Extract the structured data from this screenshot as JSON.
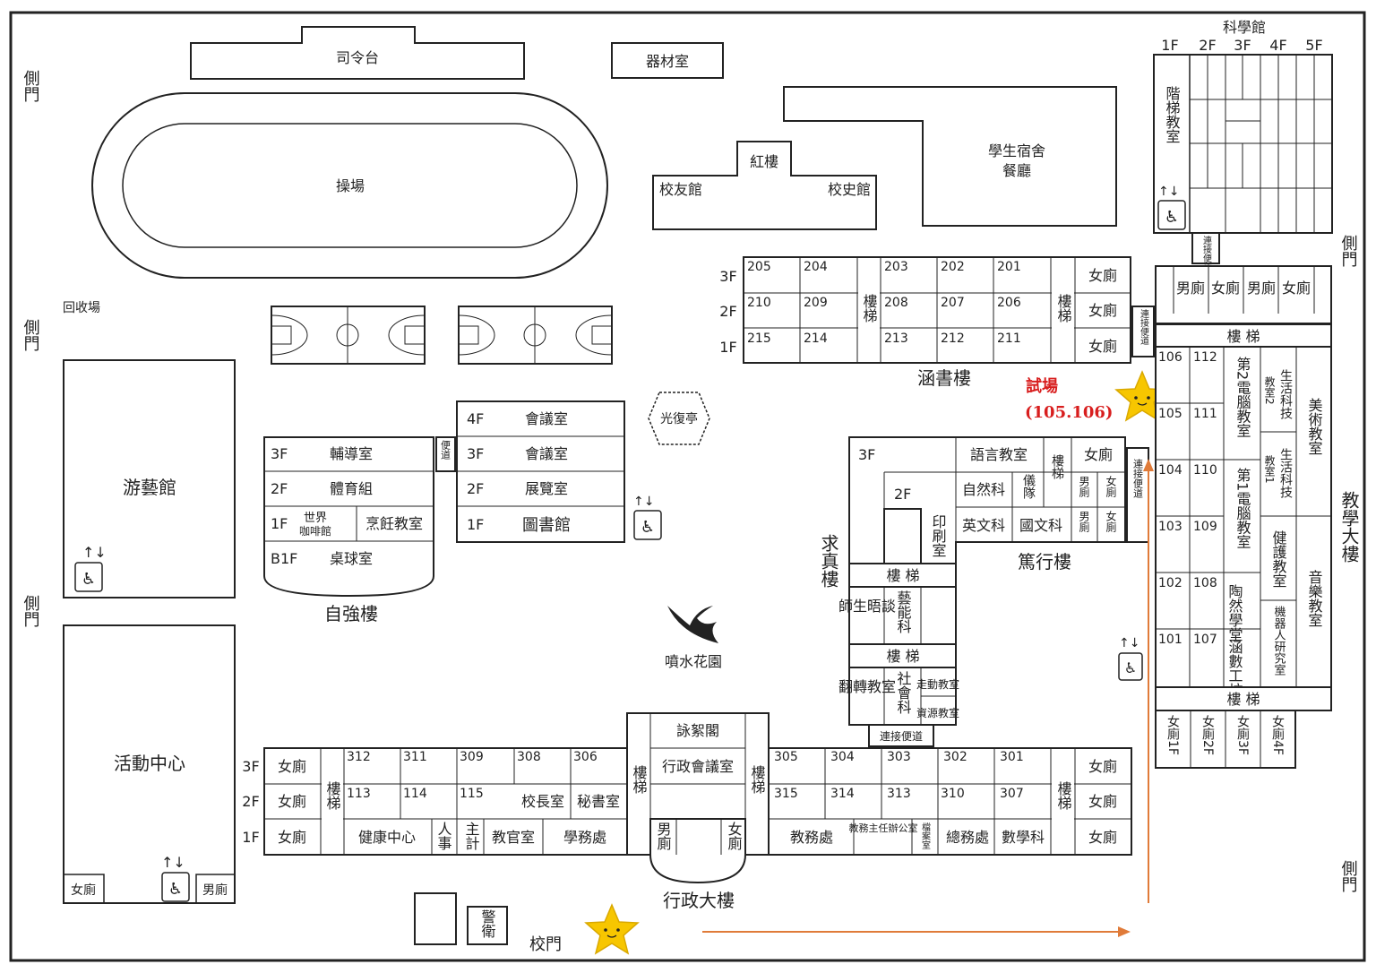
{
  "gates": {
    "side_gate": "側門",
    "main_gate": "校門"
  },
  "outdoor": {
    "platform": "司令台",
    "equipment": "器材室",
    "field": "操場",
    "recycle": "回收場",
    "pavilion": "光復亭",
    "fountain": "噴水花園",
    "guard": "警衛"
  },
  "north": {
    "red_building": "紅樓",
    "alumni": "校友館",
    "history": "校史館",
    "dorm_1": "學生宿舍",
    "dorm_2": "餐廳"
  },
  "gym": "游藝館",
  "activity": {
    "name": "活動中心",
    "female": "女廁",
    "male": "男廁"
  },
  "zhiqiang": {
    "name": "自強樓",
    "floors": [
      "3F",
      "2F",
      "1F",
      "B1F"
    ],
    "rooms": [
      "輔導室",
      "體育組",
      "世界",
      "咖啡館",
      "烹飪教室",
      "桌球室"
    ],
    "walkway": "便道"
  },
  "library": {
    "floors": [
      "4F",
      "3F",
      "2F",
      "1F"
    ],
    "rooms": [
      "會議室",
      "會議室",
      "展覽室",
      "圖書館"
    ]
  },
  "hanshu": {
    "name": "涵書樓",
    "floors": [
      "3F",
      "2F",
      "1F"
    ],
    "rooms_3f": [
      "205",
      "204",
      "203",
      "202",
      "201"
    ],
    "rooms_2f": [
      "210",
      "209",
      "208",
      "207",
      "206"
    ],
    "rooms_1f": [
      "215",
      "214",
      "213",
      "212",
      "211"
    ],
    "stairs": "樓梯",
    "female": "女廁",
    "link": "連接便道"
  },
  "exam": {
    "label": "試場",
    "rooms": "(105.106)"
  },
  "science": {
    "name": "科學館",
    "floors": [
      "1F",
      "2F",
      "3F",
      "4F",
      "5F"
    ],
    "stair_room": "階梯教室",
    "link": "連接便道"
  },
  "duxing": {
    "name": "篤行樓",
    "rooms": [
      "語言教室",
      "自然科",
      "儀隊",
      "英文科",
      "國文科",
      "印刷室"
    ],
    "floors": [
      "3F",
      "2F"
    ],
    "female": "女廁",
    "male": "男廁",
    "stairs": "樓梯",
    "link": "連接便道"
  },
  "qiuzhen": {
    "name": "求真樓",
    "rooms": [
      "師生晤談",
      "藝能科",
      "翻轉教室",
      "社會科",
      "走動教室",
      "資源教室"
    ],
    "stairs": "樓 梯",
    "link": "連接便道"
  },
  "teaching": {
    "name": "教學大樓",
    "rooms": [
      "106",
      "112",
      "105",
      "111",
      "104",
      "110",
      "103",
      "109",
      "102",
      "108",
      "101",
      "107"
    ],
    "special": [
      "第2電腦教室",
      "第1電腦教室",
      "教室2",
      "生活科技",
      "教室1",
      "生活科技",
      "美術教室",
      "健護教室",
      "陶然學堂",
      "機器人研究室",
      "涵數工坊",
      "音樂教室"
    ],
    "toilets_top": [
      "男廁",
      "女廁",
      "男廁",
      "女廁"
    ],
    "toilets_bottom": [
      "女廁1F",
      "女廁2F",
      "女廁3F",
      "女廁4F"
    ],
    "stairs": "樓 梯"
  },
  "admin": {
    "name": "行政大樓",
    "floors": [
      "3F",
      "2F",
      "1F"
    ],
    "west_3f": [
      "312",
      "311",
      "309",
      "308",
      "306"
    ],
    "west_2f": [
      "113",
      "114",
      "115",
      "校長室",
      "秘書室"
    ],
    "west_1f": [
      "健康中心",
      "人事",
      "主計",
      "教官室",
      "學務處"
    ],
    "center": [
      "詠絮閣",
      "行政會議室"
    ],
    "east_3f": [
      "305",
      "304",
      "303",
      "302",
      "301"
    ],
    "east_2f": [
      "315",
      "314",
      "313",
      "310",
      "307"
    ],
    "east_1f": [
      "教務處",
      "教務主任辦公室",
      "檔案室",
      "總務處",
      "數學科"
    ],
    "female": "女廁",
    "male": "男廁",
    "stairs": "樓梯"
  },
  "colors": {
    "route": "#e07b39",
    "exam": "#d81e1e",
    "star": "#f7c600"
  }
}
